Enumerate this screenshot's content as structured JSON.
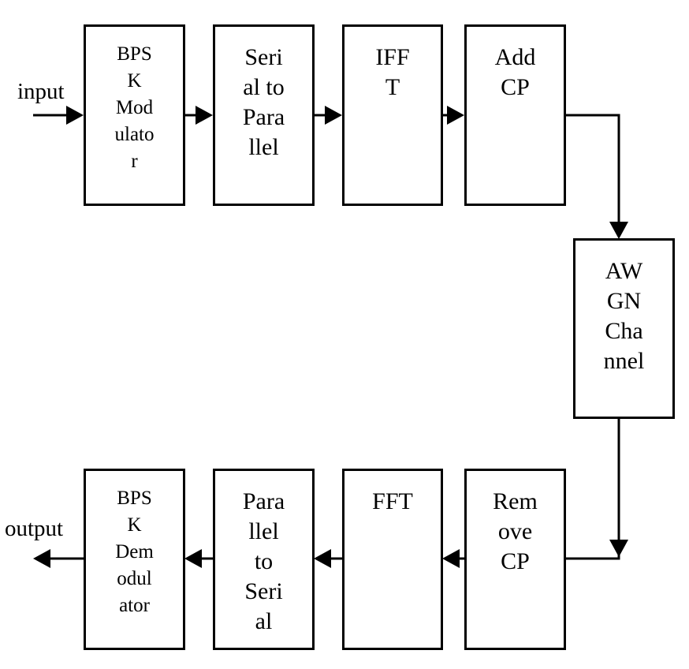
{
  "io": {
    "input_label": "input",
    "output_label": "output"
  },
  "blocks": {
    "bpsk_modulator": "BPS\nK\nMod\nulato\nr",
    "serial_to_parallel": "Seri\nal to\nPara\nllel",
    "ifft": "IFF\nT",
    "add_cp": "Add\nCP",
    "awgn_channel": "AW\nGN\nCha\nnnel",
    "remove_cp": "Rem\nove\nCP",
    "fft": "FFT",
    "parallel_to_serial": "Para\nllel\nto\nSeri\nal",
    "bpsk_demodulator": "BPS\nK\nDem\nodul\nator"
  },
  "colors": {
    "line": "#000000",
    "background": "#ffffff"
  }
}
